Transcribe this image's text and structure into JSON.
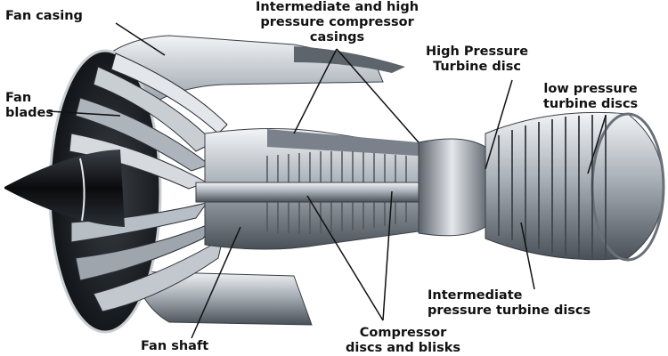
{
  "labels": {
    "fan_casing": "Fan casing",
    "fan_blades": "Fan\nblades",
    "ip_hp_compressor_casings": "Intermediate and high\npressure compressor\ncasings",
    "hp_turbine_disc": "High Pressure\nTurbine disc",
    "lp_turbine_discs": "low pressure\nturbine discs",
    "ip_turbine_discs": "Intermediate\npressure turbine discs",
    "fan_shaft": "Fan shaft",
    "compressor_discs_blisks": "Compressor\ndiscs and blisks"
  }
}
